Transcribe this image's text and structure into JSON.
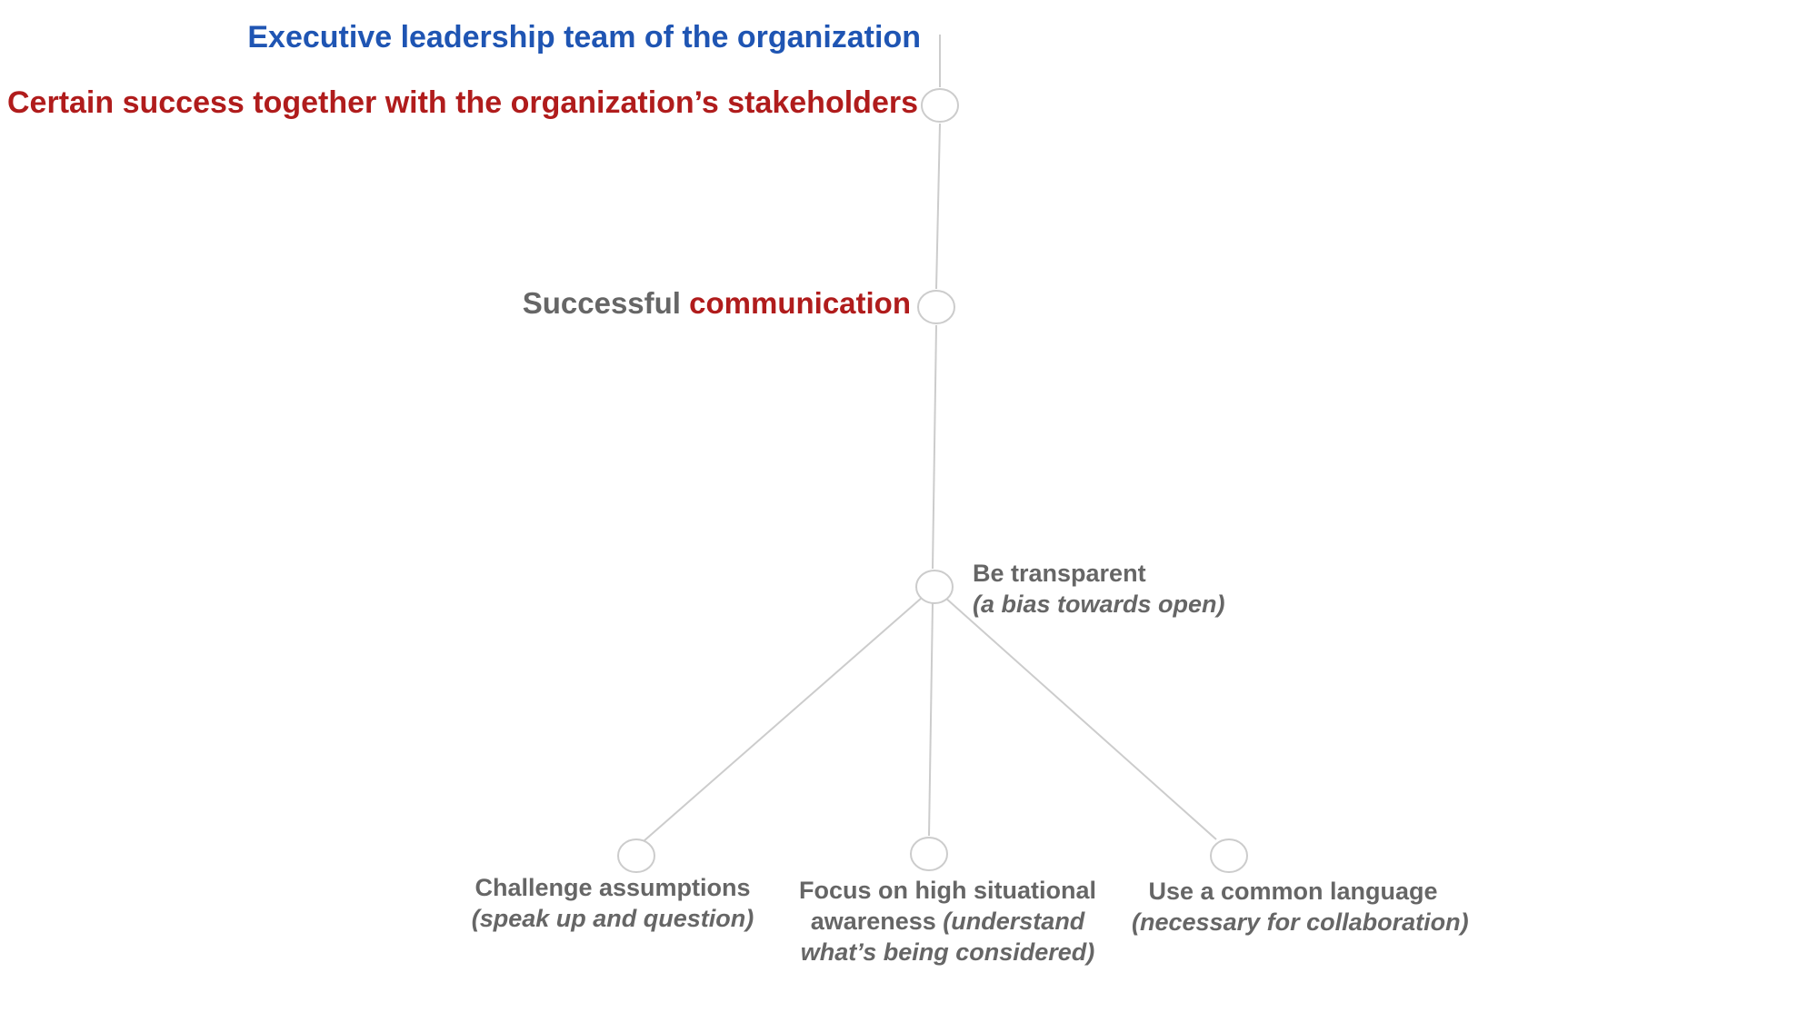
{
  "header": {
    "title": "Executive leadership team of the organization"
  },
  "goal": {
    "label": "Certain success together with the organization’s stakeholders"
  },
  "communication": {
    "prefix": "Successful ",
    "accent": "communication"
  },
  "transparency": {
    "title": "Be transparent",
    "subtitle": "(a bias towards open)"
  },
  "leaves": [
    {
      "title": "Challenge assumptions",
      "subtitle": "(speak up and question)"
    },
    {
      "title_line1": "Focus on high situational",
      "title_line2": "awareness ",
      "subtitle_line1": "(understand",
      "subtitle_line2": "what’s being considered)"
    },
    {
      "title": "Use a common language",
      "subtitle": "(necessary for collaboration)"
    }
  ],
  "colors": {
    "title_blue": "#1f55b3",
    "accent_red": "#b01c1c",
    "body_gray": "#666666",
    "line_gray": "#cccccc"
  }
}
